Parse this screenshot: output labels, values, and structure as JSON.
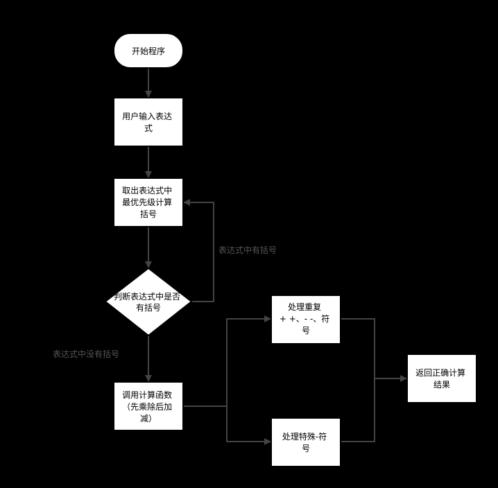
{
  "diagram": {
    "nodes": {
      "start": {
        "lines": [
          "开始程序"
        ]
      },
      "input": {
        "lines": [
          "用户输入表达",
          "式"
        ]
      },
      "extract": {
        "lines": [
          "取出表达式中",
          "最优先级计算",
          "括号"
        ]
      },
      "decision": {
        "lines": [
          "判断表达式中是否",
          "有括号"
        ]
      },
      "compute": {
        "lines": [
          "调用计算函数",
          "（先乘除后加",
          "减）"
        ]
      },
      "repeat_ops": {
        "lines": [
          "处理重复",
          "+ +、- -、符",
          "号"
        ]
      },
      "special_minus": {
        "lines": [
          "处理特殊-符",
          "号"
        ]
      },
      "result": {
        "lines": [
          "返回正确计算",
          "结果"
        ]
      }
    },
    "edge_labels": {
      "has_parens": "表达式中有括号",
      "no_parens": "表达式中没有括号"
    }
  }
}
